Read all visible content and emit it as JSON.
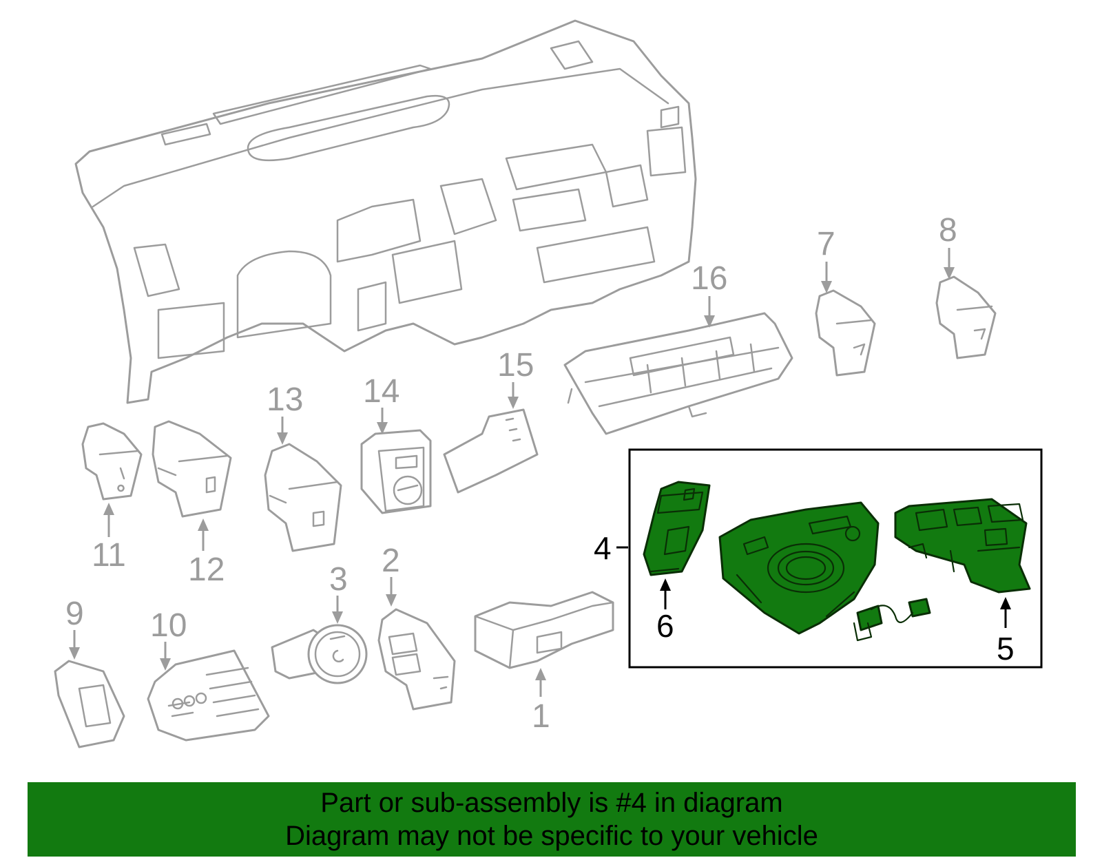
{
  "callouts": {
    "n1": "1",
    "n2": "2",
    "n3": "3",
    "n4": "4",
    "n5": "5",
    "n6": "6",
    "n7": "7",
    "n8": "8",
    "n9": "9",
    "n10": "10",
    "n11": "11",
    "n12": "12",
    "n13": "13",
    "n14": "14",
    "n15": "15",
    "n16": "16"
  },
  "highlighted_part": "4",
  "colors": {
    "highlight": "#127a10",
    "line_art": "#9c9c9c",
    "banner_background": "#127a10"
  },
  "banner": {
    "line1": "Part or sub-assembly is #4 in diagram",
    "line2": "Diagram may not be specific to your vehicle"
  }
}
